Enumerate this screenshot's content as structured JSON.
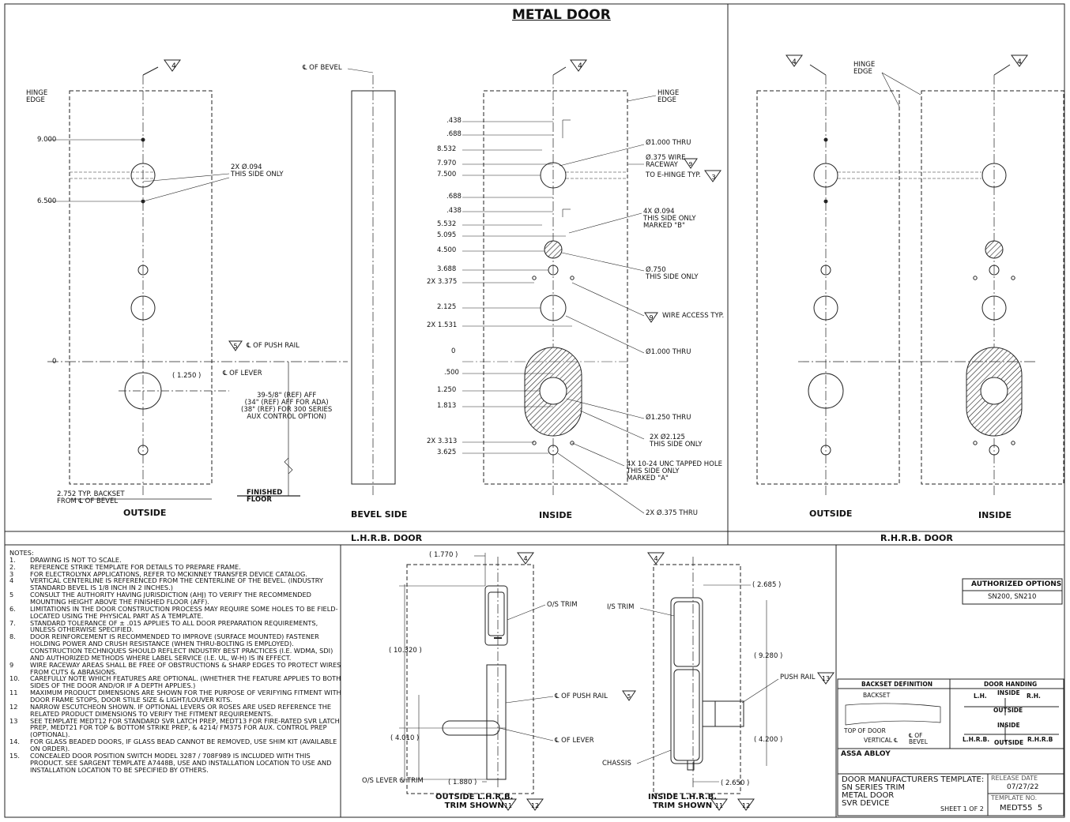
{
  "title": "METAL DOOR",
  "views": {
    "outside": "OUTSIDE",
    "bevel_side": "BEVEL SIDE",
    "inside": "INSIDE",
    "lhrb": "L.H.R.B. DOOR",
    "rhrb": "R.H.R.B. DOOR",
    "rh_outside": "OUTSIDE",
    "rh_inside": "INSIDE"
  },
  "outside_view": {
    "hinge_edge": "HINGE\nEDGE",
    "dim_9000": "9.000",
    "dim_6500": "6.500",
    "dim_0": "0",
    "holes_note": "2X Ø.094\nTHIS SIDE ONLY",
    "dim_1250": "( 1.250 )",
    "push_rail": "℄ OF PUSH RAIL",
    "lever": "℄ OF LEVER",
    "height_note": "39-5/8\" (REF) AFF\n(34\" (REF) AFF FOR ADA)\n(38\" (REF) FOR 300 SERIES\nAUX CONTROL OPTION)",
    "backset": "2.752 TYP. BACKSET\nFROM ℄ OF BEVEL",
    "finished_floor": "FINISHED\nFLOOR"
  },
  "bevel_view": {
    "cl_bevel": "℄ OF BEVEL"
  },
  "inside_view": {
    "hinge_edge": "HINGE\nEDGE",
    "dims": [
      ".438",
      ".688",
      "8.532",
      "7.970",
      "7.500",
      ".688",
      ".438",
      "5.532",
      "5.095",
      "4.500",
      "3.688",
      "2X 3.375",
      "2.125",
      "2X 1.531",
      "0",
      ".500",
      "1.250",
      "1.813",
      "2X 3.313",
      "3.625"
    ],
    "c1": "Ø1.000 THRU",
    "c2": "Ø.375 WIRE\nRACEWAY",
    "c2b": "TO E-HINGE TYP.",
    "c3": "4X Ø.094\nTHIS SIDE ONLY\nMARKED \"B\"",
    "c4": "Ø.750\nTHIS SIDE ONLY",
    "c5": "WIRE ACCESS TYP.",
    "c6": "Ø1.000 THRU",
    "c7": "Ø1.250 THRU",
    "c8": "2X Ø2.125\nTHIS SIDE ONLY",
    "c9": "4X 10-24 UNC TAPPED HOLE\nTHIS SIDE ONLY\nMARKED \"A\"",
    "c10": "2X Ø.375 THRU"
  },
  "rh_view": {
    "hinge_edge": "HINGE\nEDGE"
  },
  "notes_title": "NOTES:",
  "notes": [
    {
      "n": "1.",
      "t": "DRAWING IS NOT TO SCALE."
    },
    {
      "n": "2.",
      "t": "REFERENCE STRIKE TEMPLATE FOR DETAILS TO PREPARE FRAME."
    },
    {
      "n": "3",
      "t": "FOR ELECTROLYNX APPLICATIONS, REFER TO MCKINNEY TRANSFER DEVICE CATALOG."
    },
    {
      "n": "4",
      "t": "VERTICAL CENTERLINE IS REFERENCED FROM THE CENTERLINE OF THE BEVEL. (INDUSTRY STANDARD BEVEL IS 1/8 INCH IN 2 INCHES.)"
    },
    {
      "n": "5",
      "t": "CONSULT THE AUTHORITY HAVING JURISDICTION (AHJ) TO VERIFY THE RECOMMENDED MOUNTING HEIGHT ABOVE THE FINISHED FLOOR (AFF)."
    },
    {
      "n": "6.",
      "t": "LIMITATIONS IN THE DOOR CONSTRUCTION PROCESS MAY REQUIRE SOME HOLES TO BE FIELD-LOCATED USING THE PHYSICAL PART AS A TEMPLATE."
    },
    {
      "n": "7.",
      "t": "STANDARD TOLERANCE OF ± .015 APPLIES TO ALL DOOR PREPARATION REQUIREMENTS, UNLESS OTHERWISE SPECIFIED."
    },
    {
      "n": "8.",
      "t": "DOOR REINFORCEMENT IS RECOMMENDED TO IMPROVE (SURFACE MOUNTED) FASTENER HOLDING POWER AND CRUSH RESISTANCE (WHEN THRU-BOLTING IS EMPLOYED). CONSTRUCTION TECHNIQUES SHOULD REFLECT INDUSTRY BEST PRACTICES (I.E. WDMA, SDI) AND AUTHORIZED METHODS WHERE LABEL SERVICE (I.E. UL, W-H) IS IN EFFECT."
    },
    {
      "n": "9",
      "t": "WIRE RACEWAY AREAS SHALL BE FREE OF OBSTRUCTIONS & SHARP EDGES TO PROTECT WIRES FROM CUTS & ABRASIONS."
    },
    {
      "n": "10.",
      "t": "CAREFULLY NOTE WHICH FEATURES ARE OPTIONAL. (WHETHER THE FEATURE APPLIES TO BOTH SIDES OF THE DOOR AND/OR IF A DEPTH APPLIES.)"
    },
    {
      "n": "11",
      "t": "MAXIMUM PRODUCT DIMENSIONS ARE SHOWN FOR THE PURPOSE OF VERIFYING FITMENT WITH DOOR FRAME STOPS, DOOR STILE SIZE & LIGHT/LOUVER KITS."
    },
    {
      "n": "12",
      "t": "NARROW ESCUTCHEON SHOWN. IF OPTIONAL LEVERS OR ROSES ARE USED REFERENCE THE RELATED PRODUCT DIMENSIONS TO VERIFY THE FITMENT REQUIREMENTS."
    },
    {
      "n": "13",
      "t": "SEE TEMPLATE MEDT12 FOR STANDARD SVR LATCH PREP, MEDT13 FOR FIRE-RATED SVR LATCH PREP, MEDT21 FOR TOP & BOTTOM STRIKE PREP, & 4214/ FM375 FOR AUX. CONTROL PREP (OPTIONAL)."
    },
    {
      "n": "14.",
      "t": "FOR GLASS BEADED DOORS, IF GLASS BEAD CANNOT BE REMOVED, USE SHIM KIT (AVAILABLE ON ORDER)."
    },
    {
      "n": "15.",
      "t": "CONCEALED DOOR POSITION SWITCH MODEL 3287 / 708F989 IS INCLUDED WITH THIS PRODUCT. SEE SARGENT TEMPLATE A7448B, USE AND INSTALLATION LOCATION TO USE AND INSTALLATION LOCATION TO BE SPECIFIED BY OTHERS."
    }
  ],
  "trim": {
    "d1770": "( 1.770 )",
    "os_trim": "O/S TRIM",
    "d10320": "( 10.320 )",
    "push_rail": "℄ OF PUSH RAIL",
    "d4010": "( 4.010 )",
    "lever": "℄ OF LEVER",
    "os_lever": "O/S LEVER & TRIM",
    "d1880": "( 1.880 )",
    "outside_caption": "OUTSIDE L.H.R.B.\nTRIM SHOWN",
    "is_trim": "I/S TRIM",
    "d2685": "( 2.685 )",
    "d9280": "( 9.280 )",
    "push_rail2": "PUSH RAIL",
    "d4200": "( 4.200 )",
    "chassis": "CHASSIS",
    "d2650": "( 2.650 )",
    "inside_caption": "INSIDE L.H.R.B.\nTRIM SHOWN"
  },
  "title_block": {
    "authorized_options": "AUTHORIZED OPTIONS",
    "options": "SN200, SN210",
    "backset_definition": "BACKSET DEFINITION",
    "backset": "BACKSET",
    "top_of_door": "TOP OF DOOR",
    "vertical_cl": "VERTICAL ℄",
    "cl_bevel": "℄ OF\nBEVEL",
    "door_handing": "DOOR HANDING",
    "lh": "L.H.",
    "rh": "R.H.",
    "inside": "INSIDE",
    "outside": "OUTSIDE",
    "lhrb": "L.H.R.B.",
    "rhrb": "R.H.R.B",
    "company": "ASSA ABLOY",
    "template_title": "DOOR MANUFACTURERS TEMPLATE:\nSN SERIES TRIM\nMETAL DOOR\nSVR DEVICE",
    "release_date_label": "RELEASE DATE",
    "release_date": "07/27/22",
    "template_no_label": "TEMPLATE NO.",
    "template_no": "MEDT55  5",
    "sheet": "SHEET 1 OF 2"
  }
}
